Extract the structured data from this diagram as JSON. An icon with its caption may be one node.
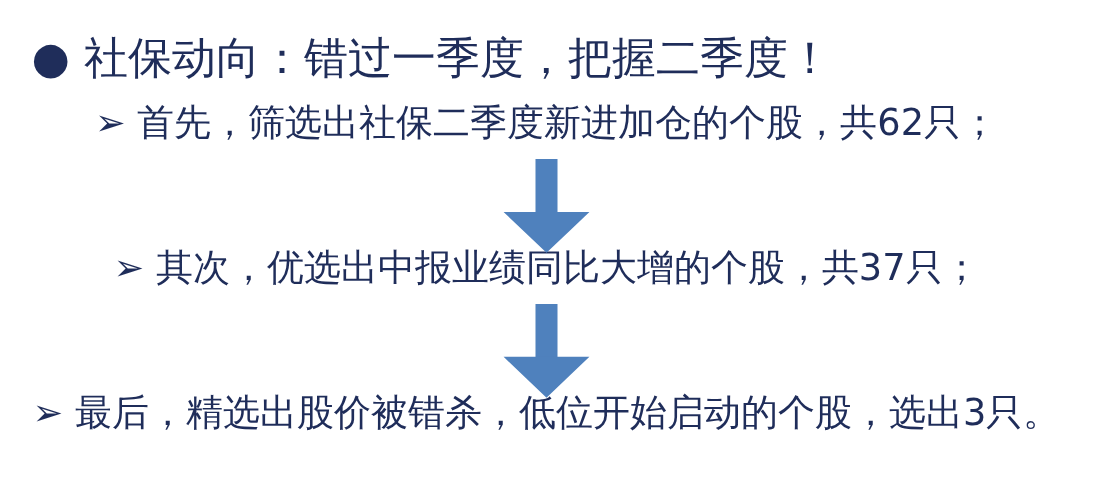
{
  "diagram": {
    "title": "● 社保动向：错过一季度，把握二季度！",
    "nodes": [
      {
        "text": [
          "➢ 首先，筛选出社保二季度新进加仓的个股，共62只；"
        ]
      },
      {
        "text": [
          "➢ 其次，优选出中报业绩同比大增的个股，共37只；"
        ]
      },
      {
        "text": [
          "➢ 最后，精选出股价被错杀，低位开始启动的个股，选出3只。"
        ]
      }
    ],
    "edges": [
      {
        "from": 0,
        "to": 1,
        "arrow": "to"
      },
      {
        "from": 1,
        "to": 2,
        "arrow": "to"
      }
    ]
  }
}
